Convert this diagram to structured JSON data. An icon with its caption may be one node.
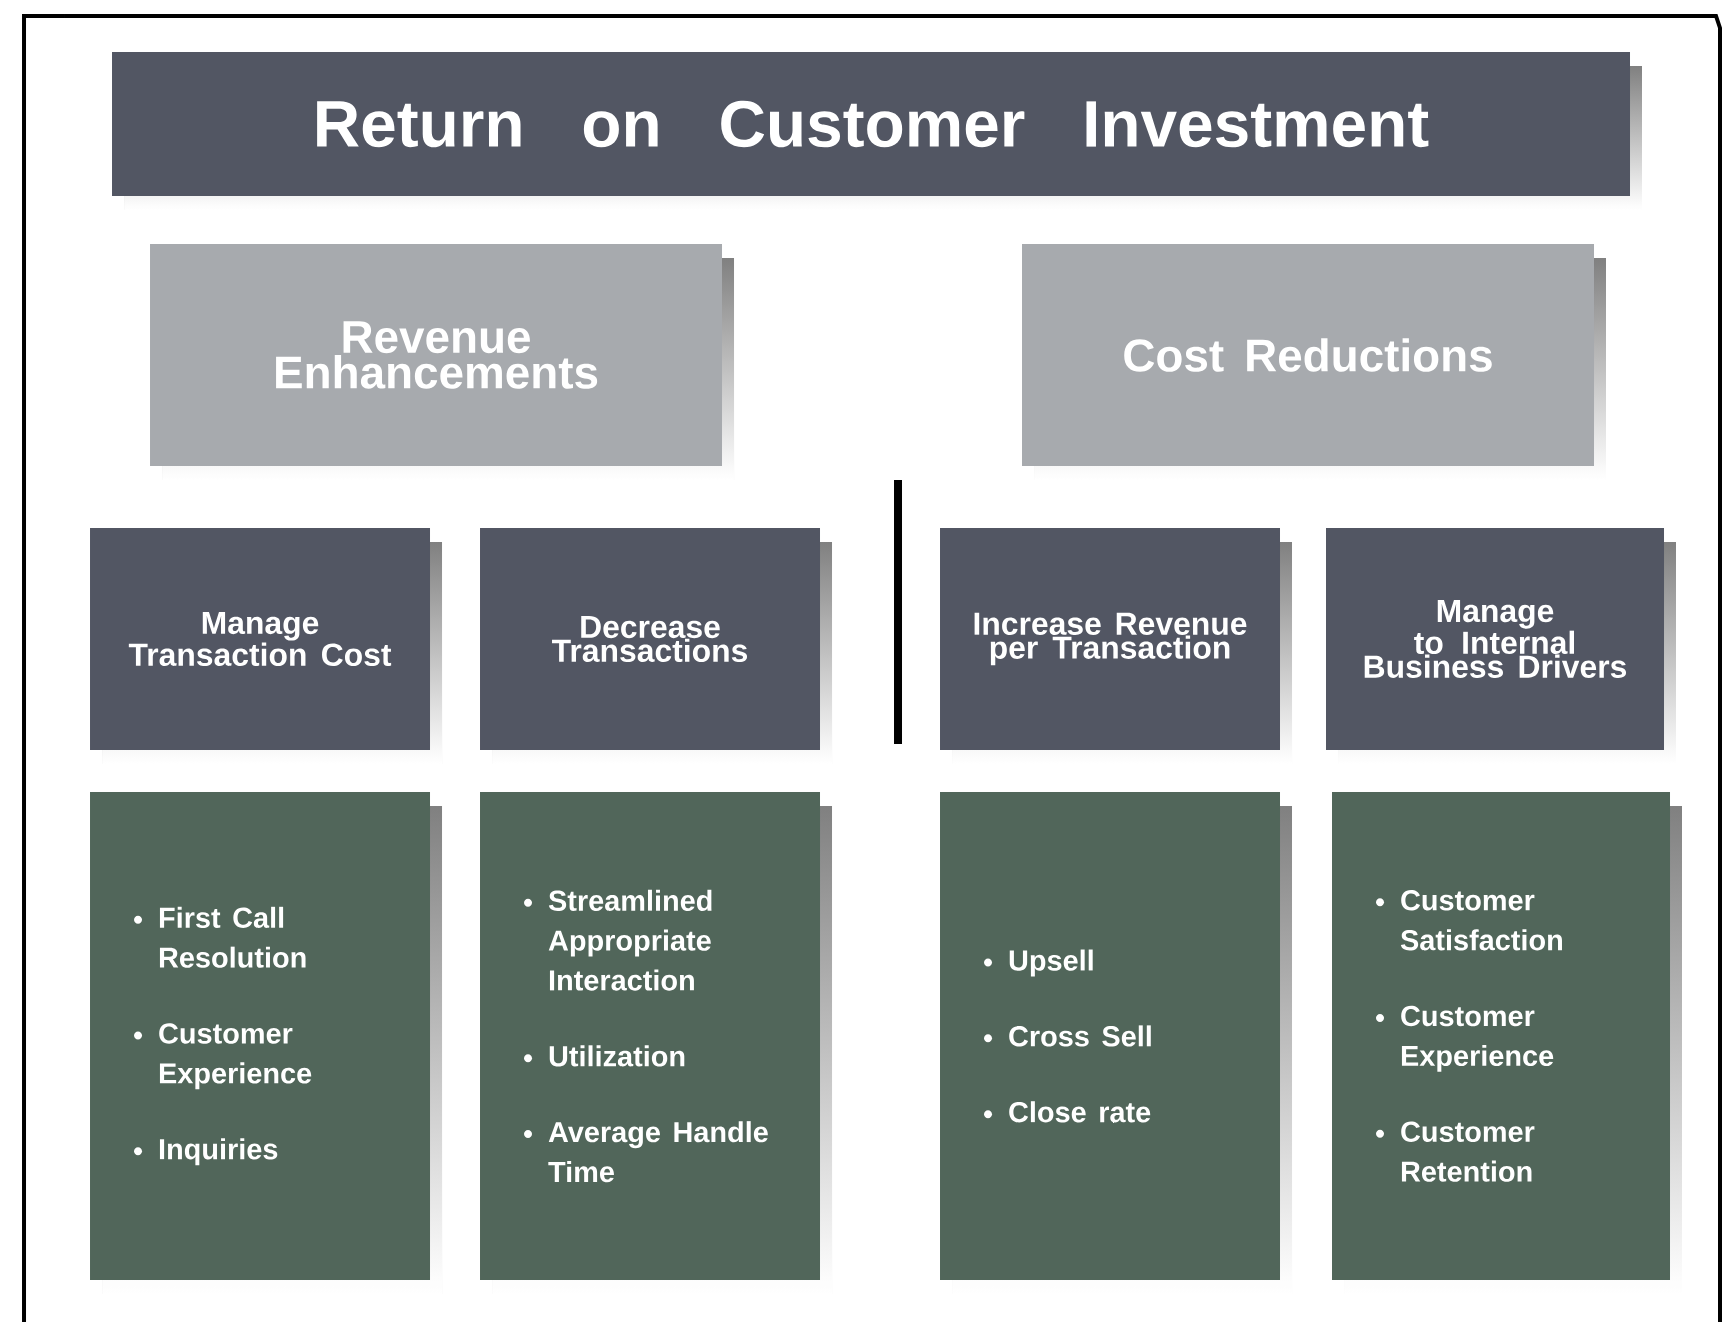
{
  "diagram": {
    "nodes": [
      {
        "text": [
          "Return on Customer Investment"
        ]
      },
      {
        "text": [
          "Revenue Enhancements"
        ]
      },
      {
        "text": [
          "Cost Reductions"
        ]
      },
      {
        "text": [
          "Manage Transaction Cost"
        ]
      },
      {
        "text": [
          "Decrease Transactions"
        ]
      },
      {
        "text": [
          "Increase Revenue per Transaction"
        ]
      },
      {
        "text": [
          "Manage to Internal Business Drivers"
        ]
      },
      {
        "text": [
          "First Call Resolution",
          "Customer Experience",
          "Inquiries"
        ]
      },
      {
        "text": [
          "Streamlined Appropriate Interaction",
          "Utilization",
          "Average Handle Time"
        ]
      },
      {
        "text": [
          "Upsell",
          "Cross Sell",
          "Close rate"
        ]
      },
      {
        "text": [
          "Customer Satisfaction",
          "Customer Experience",
          "Customer Retention"
        ]
      }
    ]
  }
}
